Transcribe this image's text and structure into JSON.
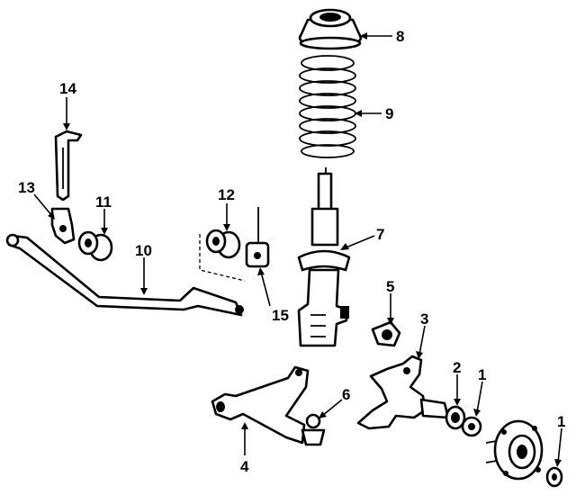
{
  "diagram": {
    "callouts": [
      {
        "id": "c1a",
        "label": "1"
      },
      {
        "id": "c1b",
        "label": "1"
      },
      {
        "id": "c2",
        "label": "2"
      },
      {
        "id": "c3",
        "label": "3"
      },
      {
        "id": "c4",
        "label": "4"
      },
      {
        "id": "c5",
        "label": "5"
      },
      {
        "id": "c6",
        "label": "6"
      },
      {
        "id": "c7",
        "label": "7"
      },
      {
        "id": "c8",
        "label": "8"
      },
      {
        "id": "c9",
        "label": "9"
      },
      {
        "id": "c10",
        "label": "10"
      },
      {
        "id": "c11",
        "label": "11"
      },
      {
        "id": "c12",
        "label": "12"
      },
      {
        "id": "c13",
        "label": "13"
      },
      {
        "id": "c14",
        "label": "14"
      },
      {
        "id": "c15",
        "label": "15"
      }
    ]
  }
}
